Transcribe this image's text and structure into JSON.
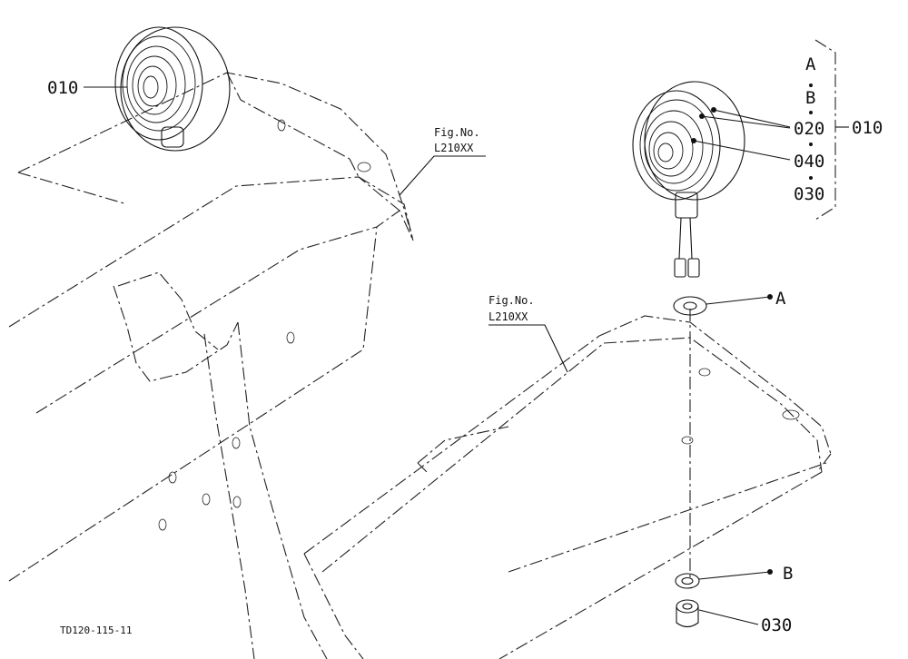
{
  "drawing_code": "TD120-115-11",
  "left_view": {
    "lamp_part_no": "010",
    "fig_ref": {
      "line1": "Fig.No.",
      "line2": "L210XX"
    }
  },
  "right_view": {
    "fig_ref": {
      "line1": "Fig.No.",
      "line2": "L210XX"
    },
    "bracket_list": {
      "a": "A",
      "b": "B",
      "p020": "020",
      "p040": "040",
      "p030": "030",
      "assembly": "010"
    },
    "washer_a": "A",
    "washer_b": "B",
    "nut": "030"
  }
}
